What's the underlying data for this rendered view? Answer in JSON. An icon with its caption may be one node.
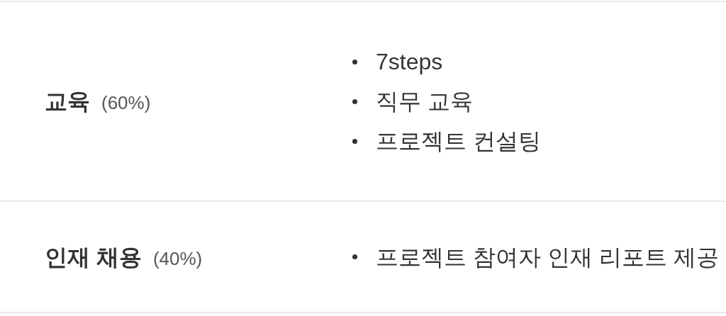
{
  "diagram": {
    "nodes": [
      {
        "text": [
          "교육",
          "(60%)",
          "7steps",
          "직무 교육",
          "프로젝트 컨설팅"
        ]
      },
      {
        "text": [
          "인재 채용",
          "(40%)",
          "프로젝트 참여자 인재 리포트 제공"
        ]
      }
    ]
  }
}
